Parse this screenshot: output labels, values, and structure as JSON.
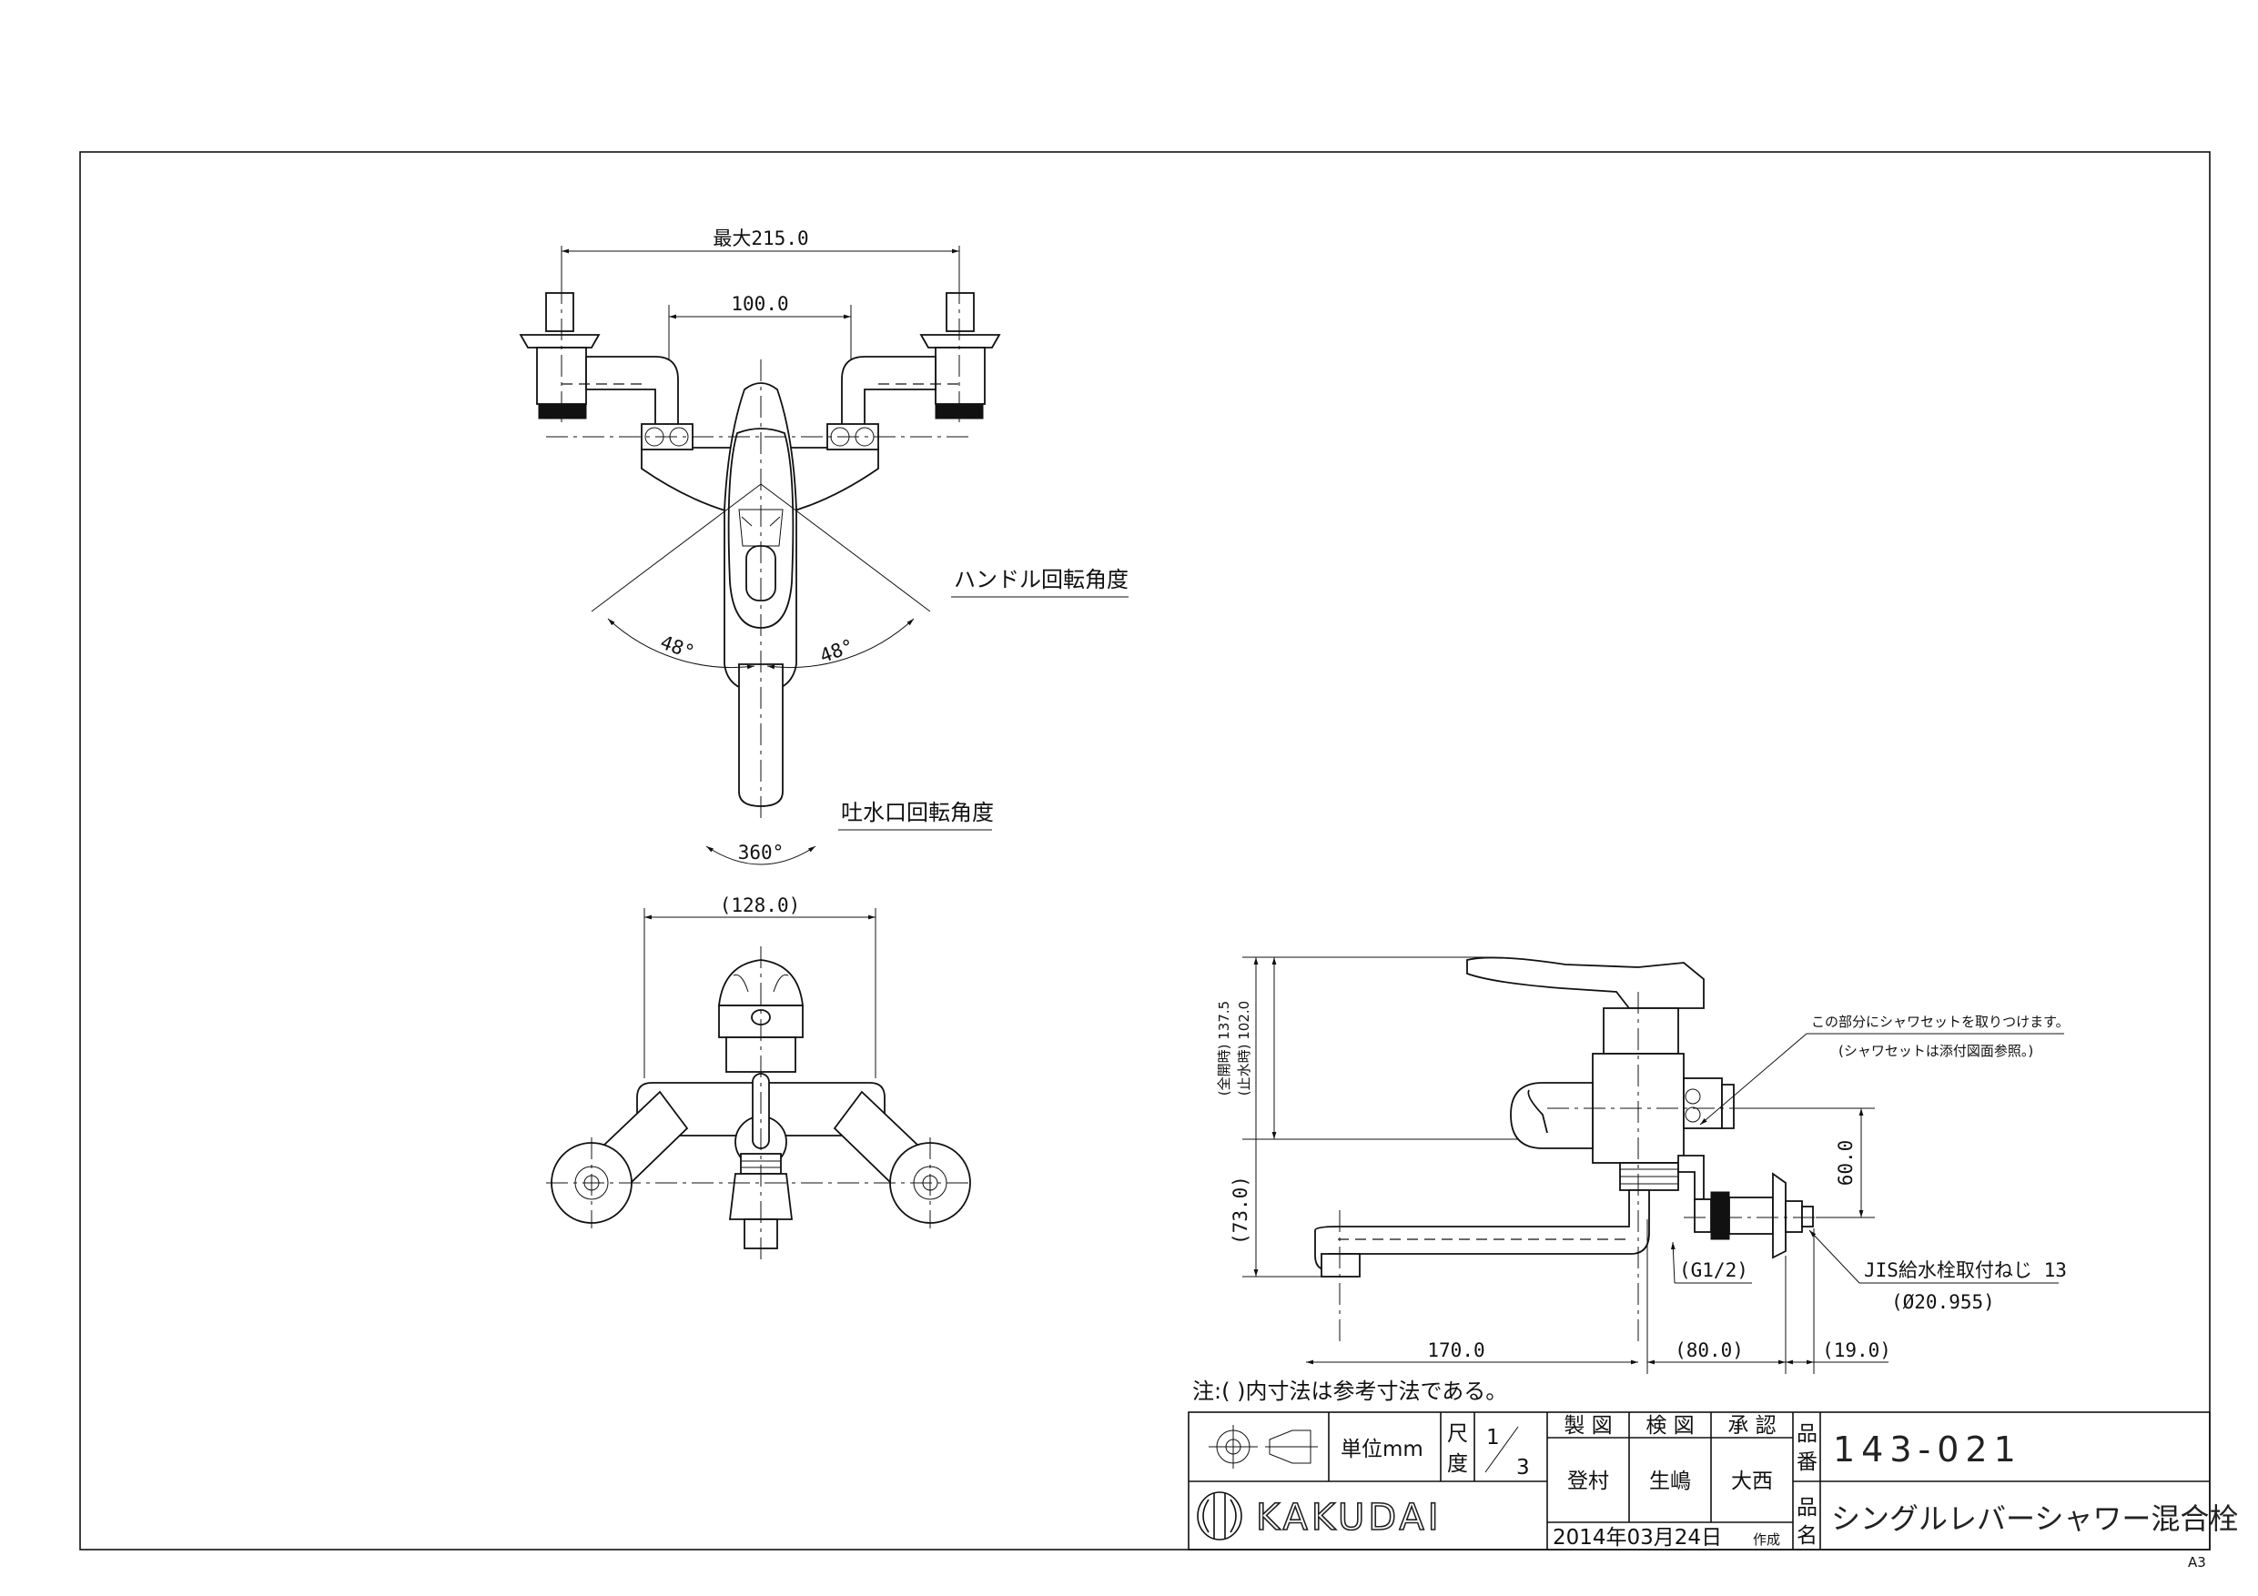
{
  "top_view": {
    "dim_max_width": "最大215.0",
    "dim_center_pitch": "100.0",
    "label_handle_angle": "ハンドル回転角度",
    "angle_left": "48°",
    "angle_right": "48°",
    "label_spout_angle": "吐水口回転角度",
    "angle_spout": "360°"
  },
  "front_view": {
    "dim_width": "(128.0)"
  },
  "side_view": {
    "dim_height_open": "(全開時) 137.5",
    "dim_height_closed": "(止水時) 102.0",
    "dim_spout_height": "(73.0)",
    "dim_connector": "60.0",
    "dim_spout_reach": "170.0",
    "dim_body_depth": "(80.0)",
    "dim_wall_offset": "(19.0)",
    "callout_shower_line1": "この部分にシャワセットを取りつけます。",
    "callout_shower_line2": "(シャワセットは添付図面参照。)",
    "callout_thread": "(G1/2)",
    "callout_jis_line1": "JIS給水栓取付ねじ 13",
    "callout_jis_line2": "(Ø20.955)"
  },
  "note": "注:( )内寸法は参考寸法である。",
  "title_block": {
    "unit_label": "単位mm",
    "scale_label_1": "尺",
    "scale_label_2": "度",
    "scale_num": "1",
    "scale_den": "3",
    "drawn_header": "製 図",
    "checked_header": "検 図",
    "approved_header": "承 認",
    "drawn_name": "登村",
    "checked_name": "生嶋",
    "approved_name": "大西",
    "date": "2014年03月24日",
    "date_suffix": "作成",
    "part_no_label_1": "品",
    "part_no_label_2": "番",
    "part_no": "143-021",
    "part_name_label_1": "品",
    "part_name_label_2": "名",
    "part_name": "シングルレバーシャワー混合栓",
    "company": "KAKUDAI"
  },
  "sheet_size": "A3"
}
